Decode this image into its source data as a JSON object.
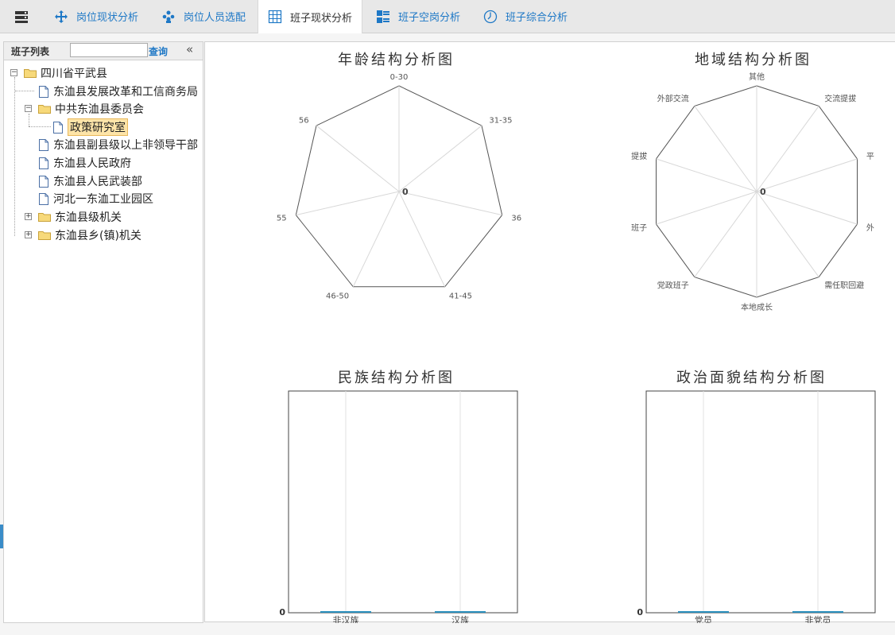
{
  "tabs": [
    {
      "label": "岗位现状分析",
      "icon": "move-arrows-icon"
    },
    {
      "label": "岗位人员选配",
      "icon": "people-group-icon"
    },
    {
      "label": "班子现状分析",
      "icon": "grid-table-icon",
      "active": true
    },
    {
      "label": "班子空岗分析",
      "icon": "list-blocks-icon"
    },
    {
      "label": "班子综合分析",
      "icon": "clock-icon"
    }
  ],
  "left_panel": {
    "title": "班子列表",
    "search_value": "",
    "query_label": "查询",
    "collapse_label": "«",
    "tree": [
      {
        "label": "四川省平武县",
        "type": "folder",
        "expanded": true
      },
      {
        "label": "东洫县发展改革和工信商务局",
        "type": "file"
      },
      {
        "label": "中共东洫县委员会",
        "type": "folder",
        "expanded": true
      },
      {
        "label": "政策研究室",
        "type": "file",
        "selected": true
      },
      {
        "label": "东洫县副县级以上非领导干部",
        "type": "file"
      },
      {
        "label": "东洫县人民政府",
        "type": "file"
      },
      {
        "label": "东洫县人民武装部",
        "type": "file"
      },
      {
        "label": "河北一东洫工业园区",
        "type": "file"
      },
      {
        "label": "东洫县级机关",
        "type": "folder",
        "expanded": false
      },
      {
        "label": "东洫县乡(镇)机关",
        "type": "folder",
        "expanded": false
      }
    ]
  },
  "chart_data": [
    {
      "type": "radar",
      "title": "年龄结构分析图",
      "categories": [
        "0-30",
        "31-35",
        "36",
        "41-45",
        "46-50",
        "55",
        "56"
      ],
      "values": [
        0,
        0,
        0,
        0,
        0,
        0,
        0
      ],
      "center_label": "0"
    },
    {
      "type": "radar",
      "title": "地域结构分析图",
      "categories": [
        "其他",
        "交流提拔",
        "平",
        "外",
        "需任职回避",
        "本地成长",
        "党政班子",
        "班子",
        "提拔",
        "外部交流"
      ],
      "values": [
        0,
        0,
        0,
        0,
        0,
        0,
        0,
        0,
        0,
        0
      ],
      "center_label": "0"
    },
    {
      "type": "bar",
      "title": "民族结构分析图",
      "categories": [
        "非汉族",
        "汉族"
      ],
      "values": [
        0,
        0
      ],
      "y_label": "0"
    },
    {
      "type": "bar",
      "title": "政治面貌结构分析图",
      "categories": [
        "党员",
        "非党员"
      ],
      "values": [
        0,
        0
      ],
      "y_label": "0"
    }
  ],
  "colors": {
    "accent": "#1e78c6",
    "bar": "#2a8fbd",
    "selected_bg": "#fde4a8"
  }
}
